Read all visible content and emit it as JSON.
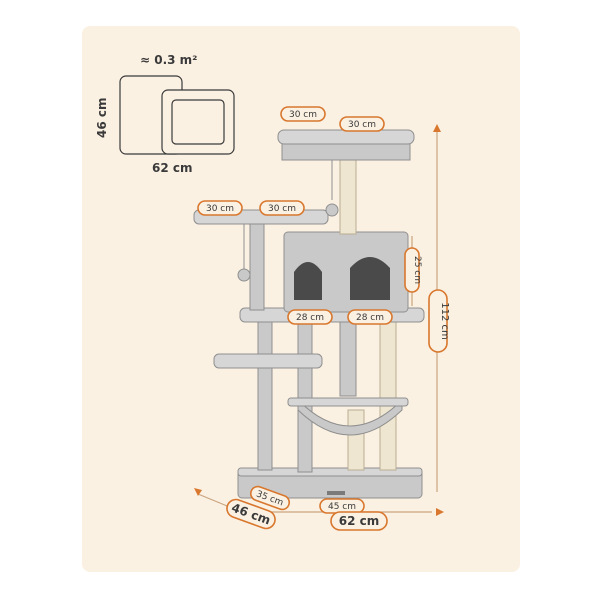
{
  "area_label": "≈ 0.3 m²",
  "footprint": {
    "depth_label": "46 cm",
    "width_label": "62 cm"
  },
  "tree": {
    "top_platform_left": "30 cm",
    "top_platform_right": "30 cm",
    "mid_platform_left": "30 cm",
    "mid_platform_right": "30 cm",
    "condo_height": "25 cm",
    "condo_left_width": "28 cm",
    "condo_right_width": "28 cm",
    "total_height": "112 cm",
    "base_depth": "35 cm",
    "base_width": "45 cm",
    "overall_depth": "46 cm",
    "overall_width": "62 cm"
  },
  "colors": {
    "accent": "#d8772d",
    "background": "#fbf1e3",
    "plush": "#c9c9c9",
    "sisal": "#efe6d2"
  }
}
